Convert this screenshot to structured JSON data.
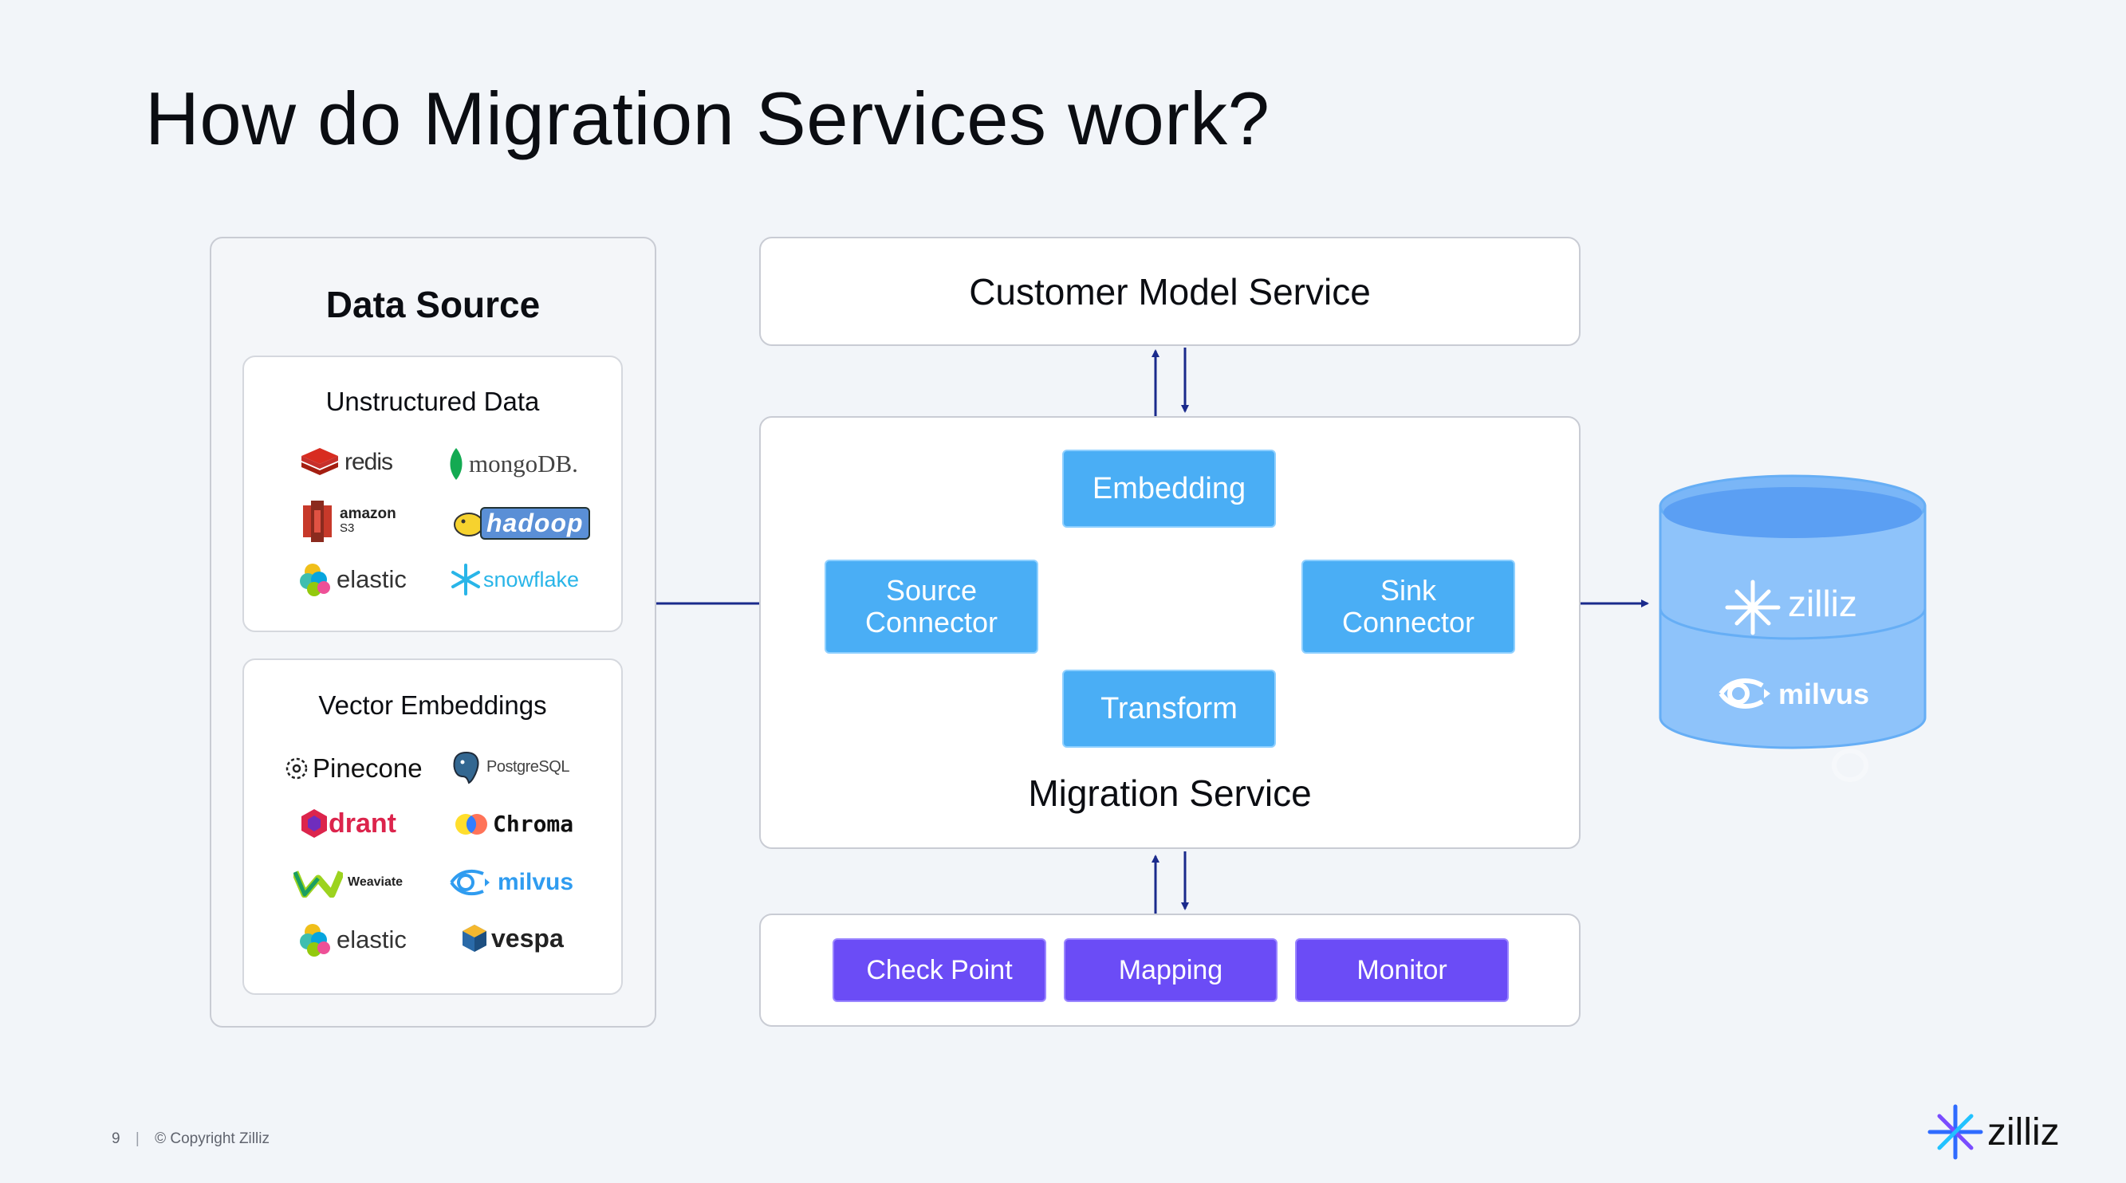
{
  "title": "How do Migration Services work?",
  "data_source": {
    "heading": "Data Source",
    "unstructured": {
      "label": "Unstructured Data",
      "logos": [
        "redis",
        "mongoDB.",
        "amazon",
        "S3",
        "hadoop",
        "elastic",
        "snowflake"
      ]
    },
    "vector": {
      "label": "Vector Embeddings",
      "logos": [
        "Pinecone",
        "PostgreSQL",
        "drant",
        "Chroma",
        "Weaviate",
        "milvus",
        "elastic",
        "vespa"
      ]
    }
  },
  "customer_model_service": "Customer Model Service",
  "migration": {
    "label": "Migration Service",
    "embedding": "Embedding",
    "source_connector": "Source Connector",
    "transform": "Transform",
    "sink_connector": "Sink Connector"
  },
  "bottom_buttons": [
    "Check Point",
    "Mapping",
    "Monitor"
  ],
  "destination": {
    "top": "zilliz",
    "bottom": "milvus"
  },
  "footer": {
    "page": "9",
    "copyright": "© Copyright  Zilliz"
  },
  "brand": "zilliz",
  "colors": {
    "connector_blue": "#4aaef5",
    "button_purple": "#6b4cf6",
    "arrow": "#1a2a8c",
    "cylinder": "#8ec3fa"
  },
  "icons": [
    "redis-icon",
    "mongodb-leaf-icon",
    "amazon-s3-icon",
    "hadoop-icon",
    "elastic-icon",
    "snowflake-icon",
    "pinecone-icon",
    "postgresql-icon",
    "qdrant-icon",
    "chroma-icon",
    "weaviate-icon",
    "milvus-eye-icon",
    "vespa-icon",
    "zilliz-star-icon"
  ]
}
